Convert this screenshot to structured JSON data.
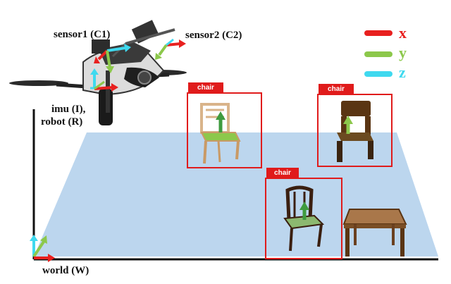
{
  "frames": {
    "sensor1": "sensor1 (C1)",
    "sensor2": "sensor2 (C2)",
    "imu_line1": "imu (I),",
    "imu_line2": "robot (R)",
    "world": "world (W)"
  },
  "legend": [
    {
      "axis": "x",
      "color": "#e8201f"
    },
    {
      "axis": "y",
      "color": "#8cc84b"
    },
    {
      "axis": "z",
      "color": "#3fd9ef"
    }
  ],
  "detections": [
    {
      "label": "chair"
    },
    {
      "label": "chair"
    },
    {
      "label": "chair"
    }
  ],
  "colors": {
    "bbox": "#e01b1b",
    "floor": "#bcd6ee",
    "wall_line": "#111111"
  }
}
